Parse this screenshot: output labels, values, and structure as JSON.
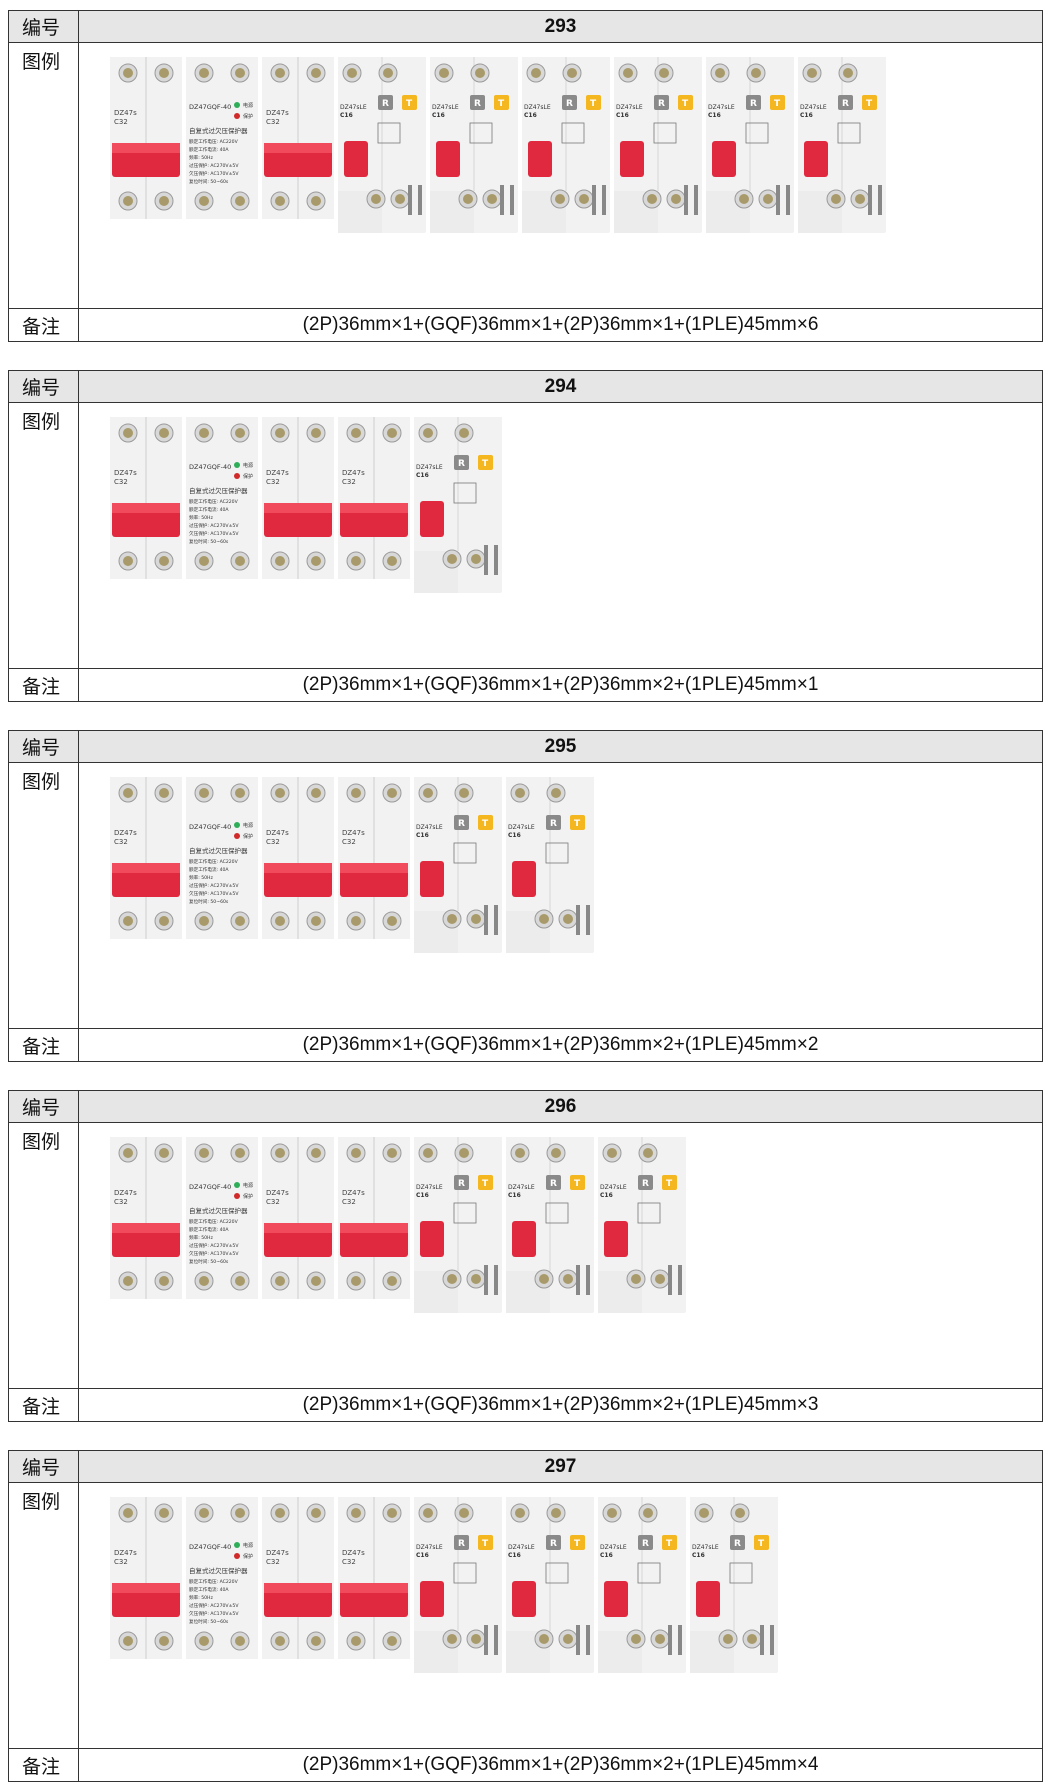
{
  "labels": {
    "number": "编号",
    "legend": "图例",
    "remarks": "备注"
  },
  "module_text": {
    "mcb_brand": "DZ47s",
    "mcb_rating": "C32",
    "gqf_title": "DZ47GQF-40",
    "gqf_power": "电源",
    "gqf_protect": "保护",
    "gqf_name": "自复式过欠压保护器",
    "gqf_lines": [
      "额定工作电压: AC220V",
      "额定工作电流: 40A",
      "频率: 50Hz",
      "过压保护: AC270V±5V",
      "欠压保护: AC170V±5V",
      "复位时间: 50~60s"
    ],
    "rcbo_brand": "DZ47sLE",
    "rcbo_rating": "C16",
    "rcbo_r": "R",
    "rcbo_t": "T"
  },
  "colors": {
    "handle": "#e0283e",
    "grey_body": "#f2f2f2",
    "yellow_button": "#f5b71f",
    "grey_button": "#8a8a8a"
  },
  "tables": [
    {
      "number": "293",
      "note": "(2P)36mm×1+(GQF)36mm×1+(2P)36mm×1+(1PLE)45mm×6",
      "modules": [
        "2P",
        "GQF",
        "2P",
        "1PLE",
        "1PLE",
        "1PLE",
        "1PLE",
        "1PLE",
        "1PLE"
      ]
    },
    {
      "number": "294",
      "note": "(2P)36mm×1+(GQF)36mm×1+(2P)36mm×2+(1PLE)45mm×1",
      "modules": [
        "2P",
        "GQF",
        "2P",
        "2P",
        "1PLE"
      ]
    },
    {
      "number": "295",
      "note": "(2P)36mm×1+(GQF)36mm×1+(2P)36mm×2+(1PLE)45mm×2",
      "modules": [
        "2P",
        "GQF",
        "2P",
        "2P",
        "1PLE",
        "1PLE"
      ]
    },
    {
      "number": "296",
      "note": "(2P)36mm×1+(GQF)36mm×1+(2P)36mm×2+(1PLE)45mm×3",
      "modules": [
        "2P",
        "GQF",
        "2P",
        "2P",
        "1PLE",
        "1PLE",
        "1PLE"
      ]
    },
    {
      "number": "297",
      "note": "(2P)36mm×1+(GQF)36mm×1+(2P)36mm×2+(1PLE)45mm×4",
      "modules": [
        "2P",
        "GQF",
        "2P",
        "2P",
        "1PLE",
        "1PLE",
        "1PLE",
        "1PLE"
      ]
    }
  ]
}
